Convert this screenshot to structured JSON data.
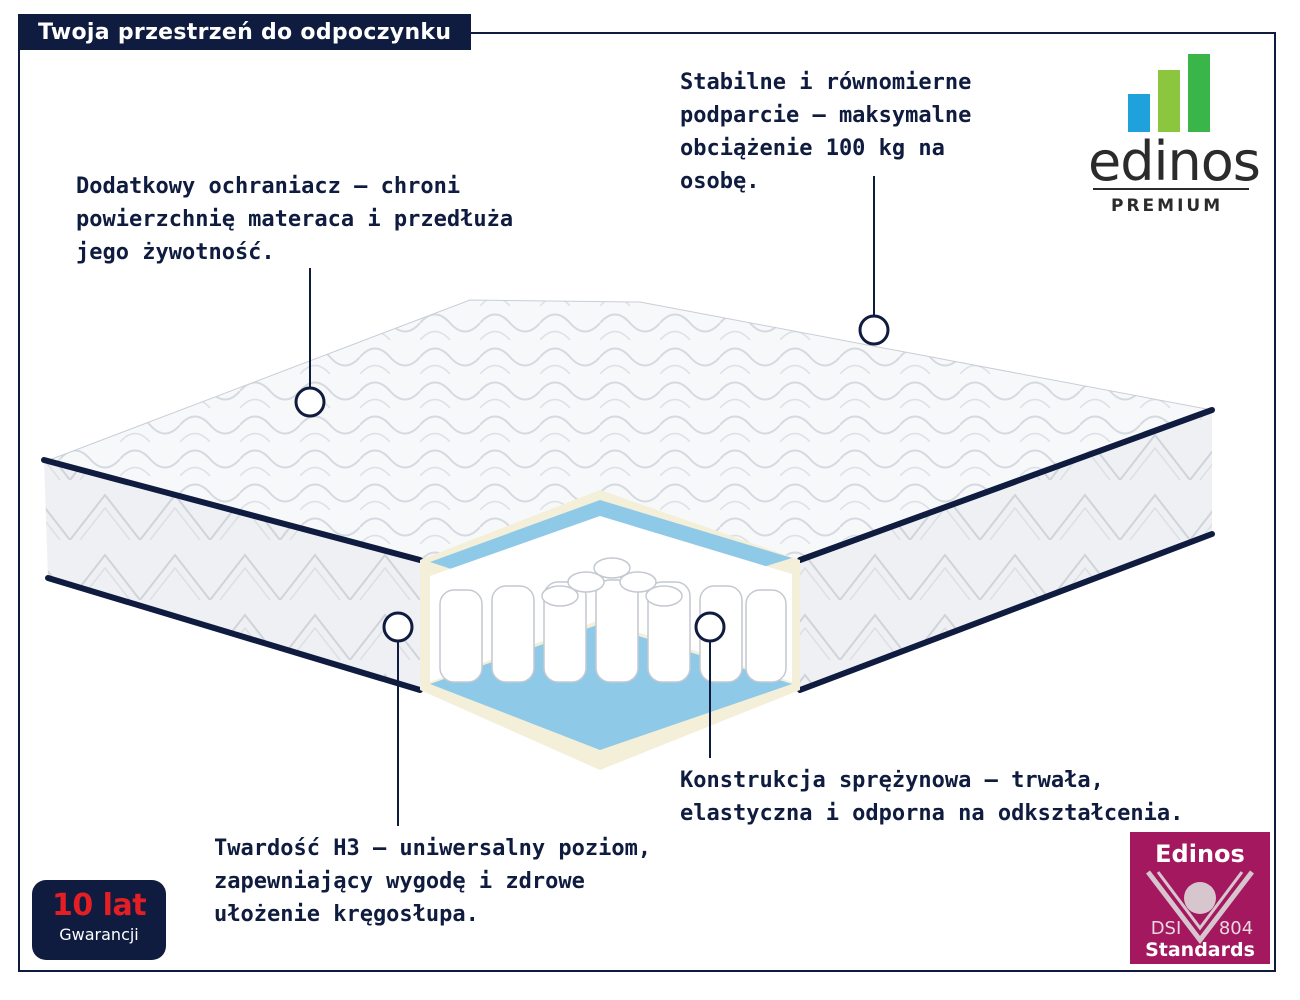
{
  "header": {
    "title": "Twoja przestrzeń do odpoczynku"
  },
  "callouts": {
    "protector": [
      "Dodatkowy ochraniacz — chroni",
      "powierzchnię materaca i przedłuża",
      "jego żywotność."
    ],
    "support": [
      "Stabilne i równomierne",
      "podparcie — maksymalne",
      "obciążenie 100 kg na",
      "osobę."
    ],
    "springs": [
      "Konstrukcja sprężynowa — trwała,",
      "elastyczna i odporna na odkształcenia."
    ],
    "firmness": [
      "Twardość H3 — uniwersalny poziom,",
      "zapewniający wygodę i zdrowe",
      "ułożenie kręgosłupa."
    ]
  },
  "logo": {
    "word": "edinos",
    "sub": "PREMIUM",
    "bar_colors": [
      "#1fa2dc",
      "#8cc63f",
      "#2bb673",
      "#39b54a"
    ]
  },
  "warranty": {
    "big": "10 lat",
    "small": "Gwarancji"
  },
  "dsi_badge": {
    "top": "Edinos",
    "left": "DSI",
    "right": "804",
    "bottom": "Standards",
    "color": "#a3185f"
  },
  "colors": {
    "navy": "#0f1c3f",
    "foam_blue": "#8fc9e8",
    "foam_cream": "#f4efd9"
  }
}
